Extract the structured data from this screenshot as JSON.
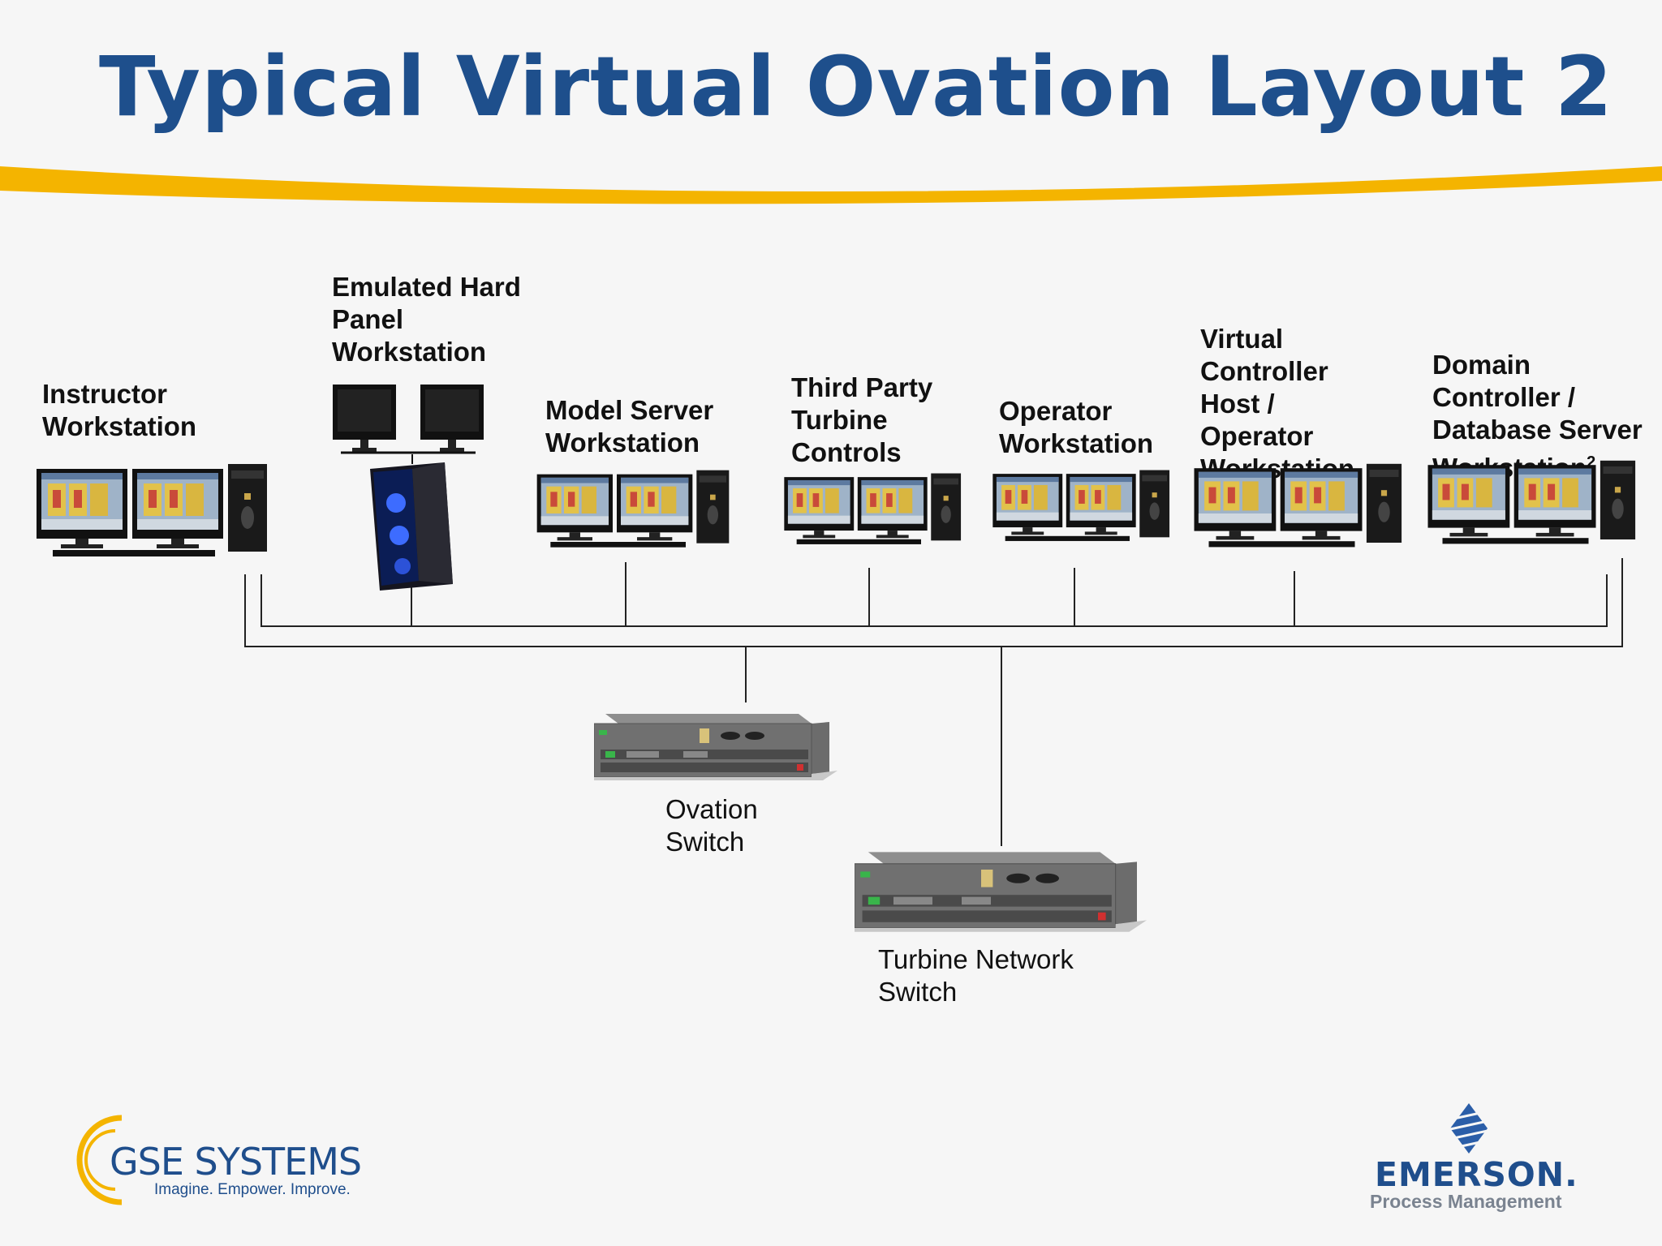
{
  "title": "Typical Virtual Ovation Layout 2",
  "workstations": [
    {
      "label": "Instructor\nWorkstation"
    },
    {
      "label": "Emulated Hard\nPanel\nWorkstation"
    },
    {
      "label": "Model Server\nWorkstation"
    },
    {
      "label": "Third Party\nTurbine\nControls"
    },
    {
      "label": "Operator\nWorkstation"
    },
    {
      "label": "Virtual\nController\nHost /\nOperator\nWorkstation"
    },
    {
      "label": "Domain\nController /\nDatabase Server\nWorkstation",
      "superscript": "2"
    }
  ],
  "switches": [
    {
      "label": "Ovation\nSwitch"
    },
    {
      "label": "Turbine Network\nSwitch"
    }
  ],
  "logos": {
    "gse_name": "GSE SYSTEMS",
    "gse_tagline": "Imagine. Empower. Improve.",
    "emerson_name": "EMERSON.",
    "emerson_sub": "Process Management"
  },
  "colors": {
    "title": "#1e4f8c",
    "swoosh": "#f4b400",
    "logo_blue": "#1f4e8c"
  }
}
